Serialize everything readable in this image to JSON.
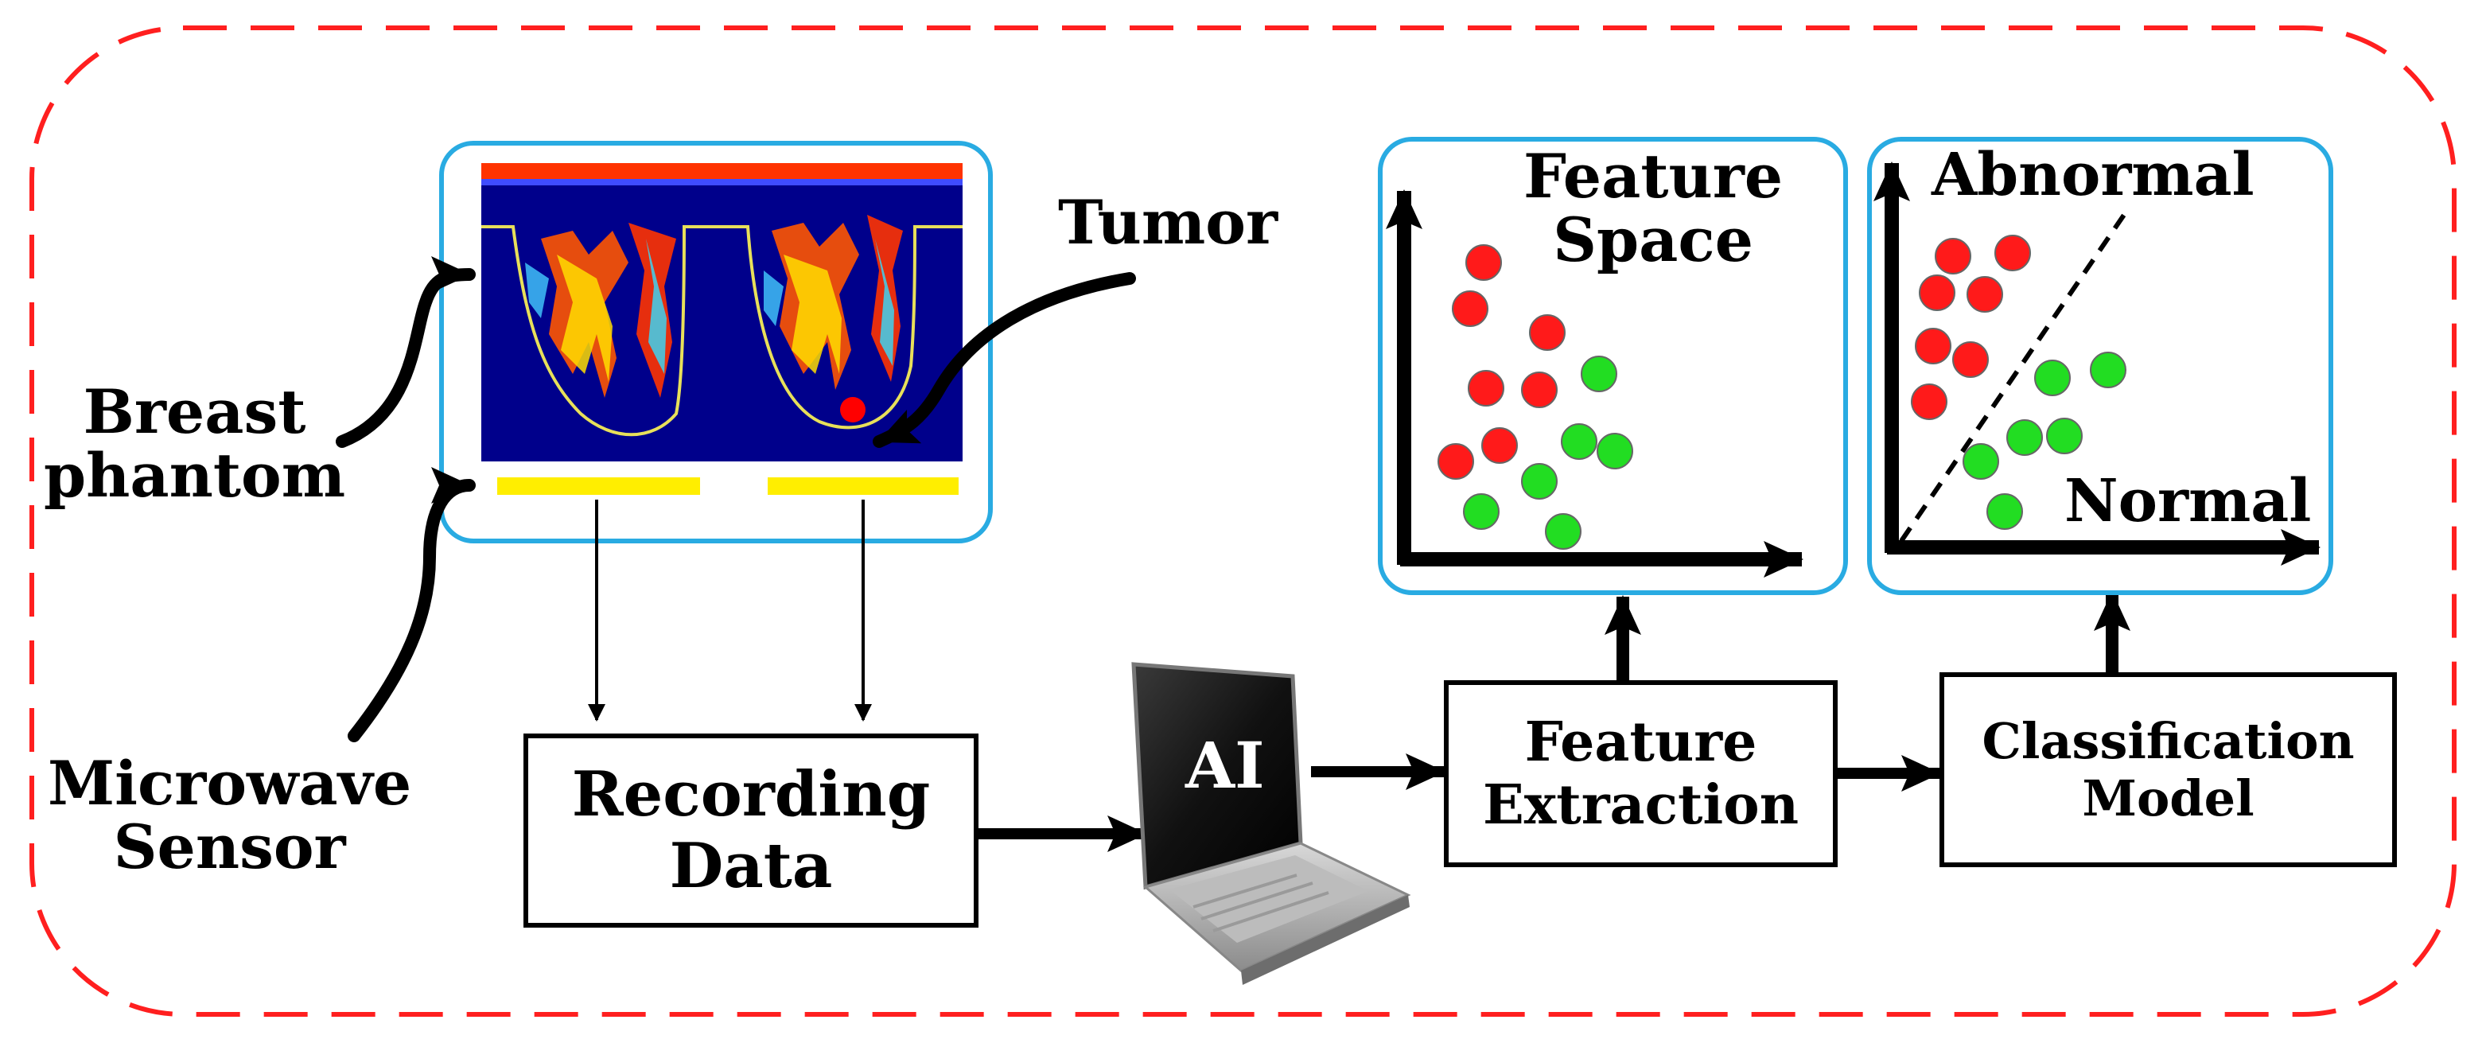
{
  "labels": {
    "breast_phantom": "Breast\nphantom",
    "microwave_sensor": "Microwave\nSensor",
    "tumor": "Tumor",
    "recording_data": "Recording\nData",
    "ai": "AI",
    "feature_extraction": "Feature\nExtraction",
    "classification_model": "Classification\nModel",
    "feature_space": "Feature\nSpace",
    "abnormal": "Abnormal",
    "normal": "Normal"
  },
  "colors": {
    "frame_dash": "#ff1f1f",
    "panel_border": "#29abe2",
    "abnormal_point": "#ff1a1a",
    "normal_point": "#22dd22",
    "sensor_bar": "#ffee00",
    "phantom_background": "#00008b",
    "phantom_top_band": "#ff3300"
  },
  "icons": {
    "computer": "laptop-icon"
  }
}
